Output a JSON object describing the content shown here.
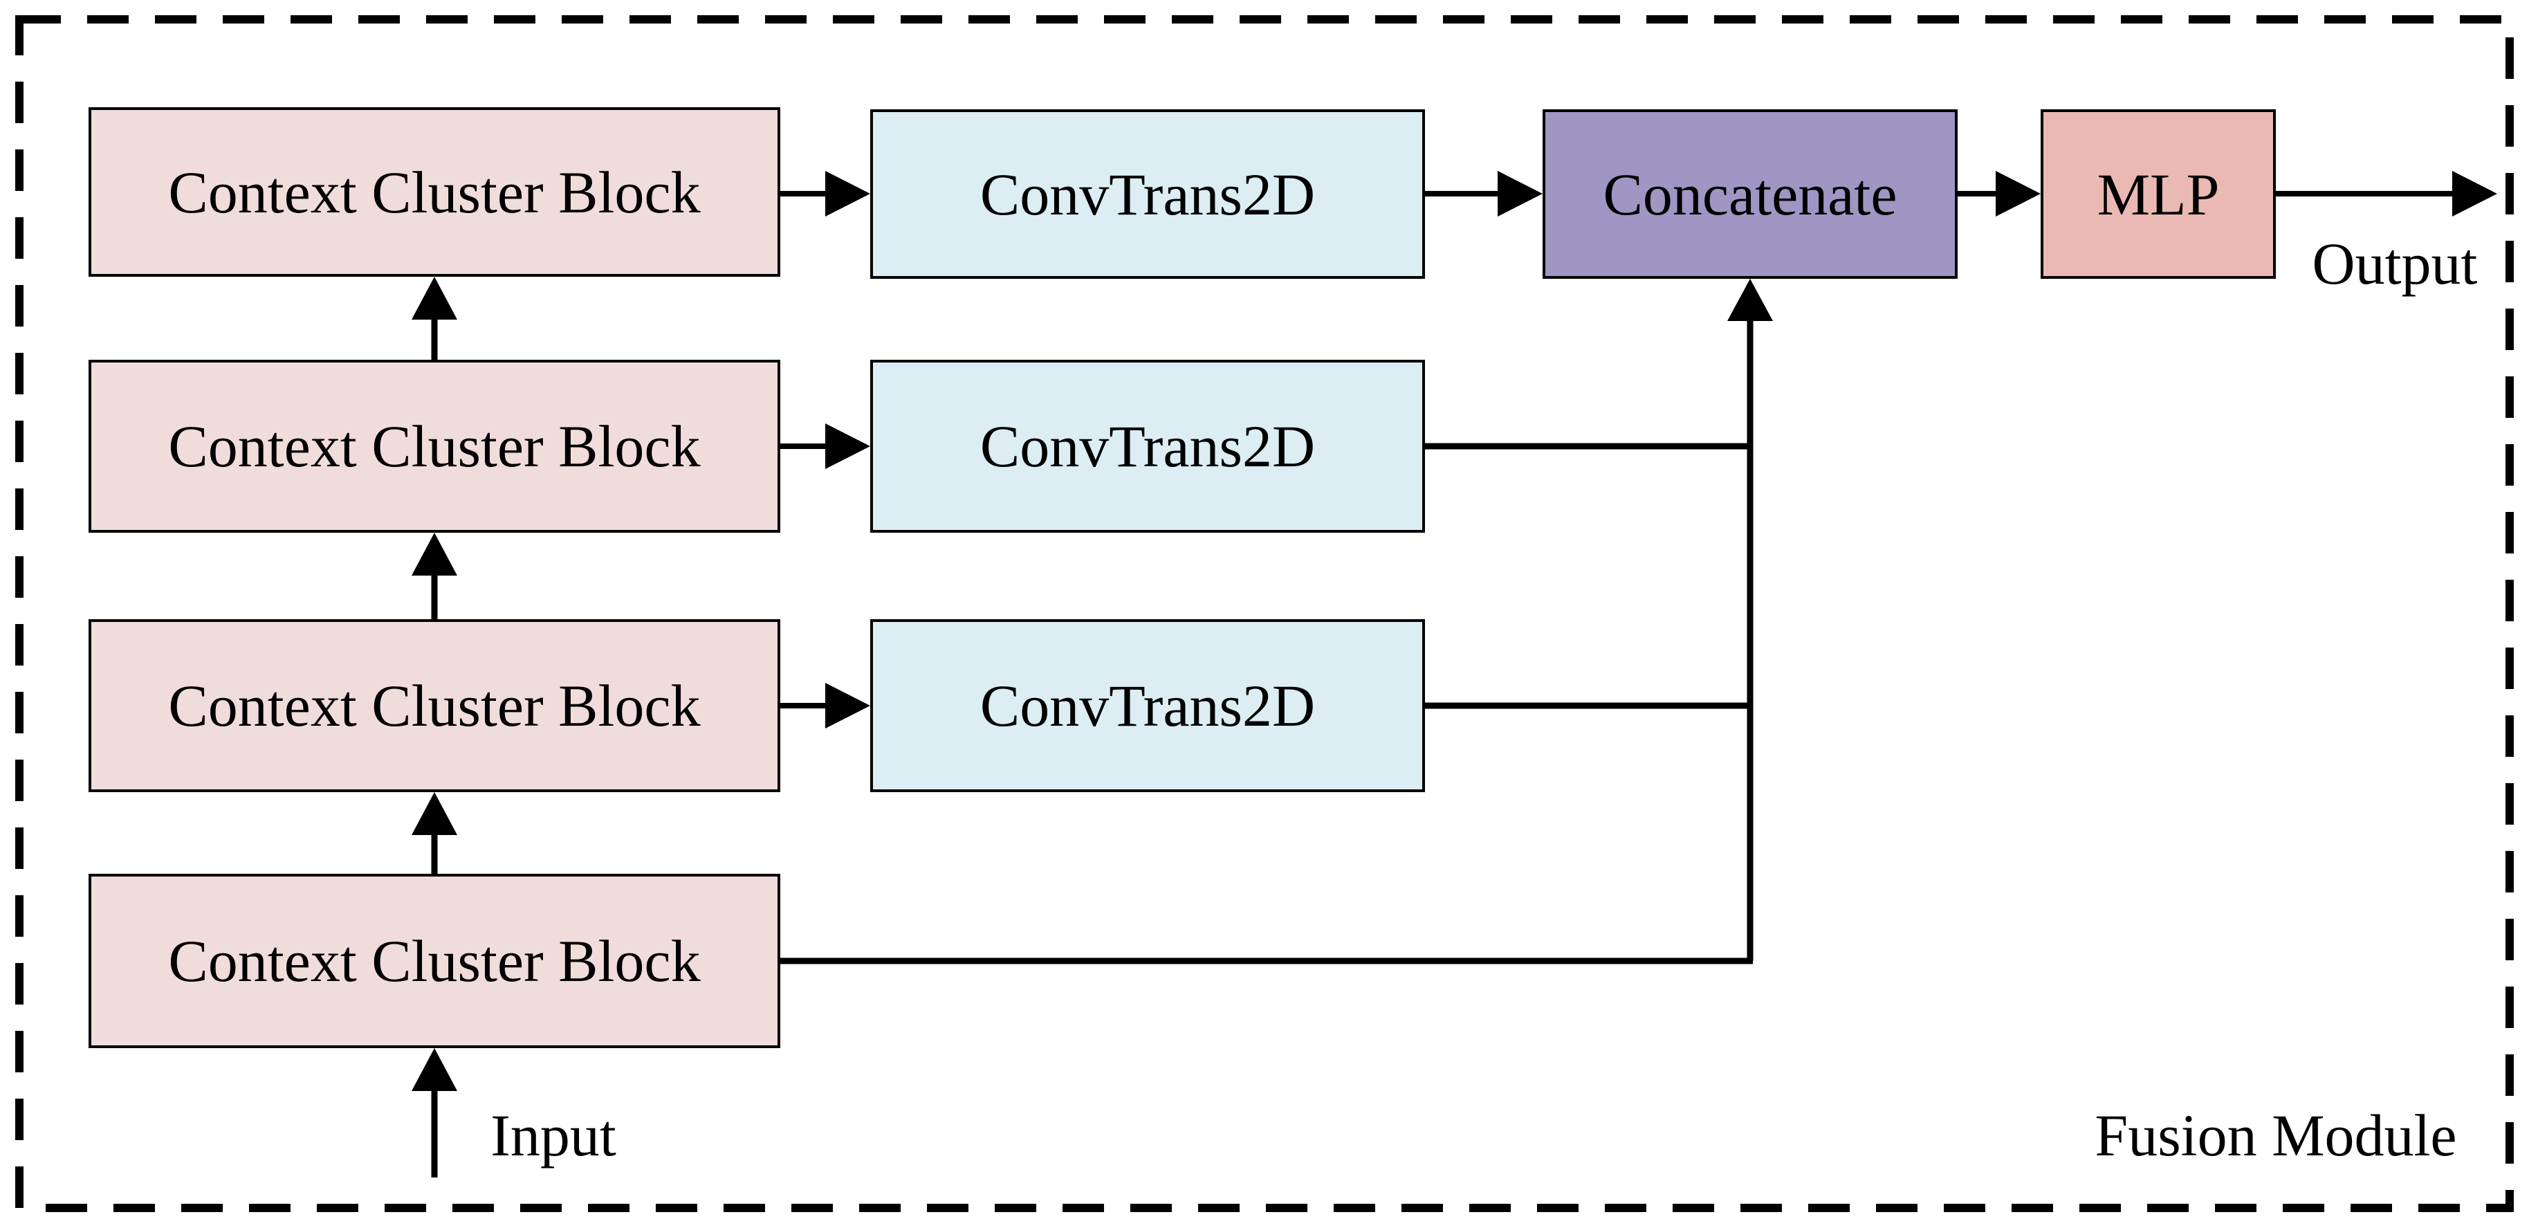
{
  "diagram": {
    "title": "Fusion Module",
    "nodes": {
      "ccb1": {
        "label": "Context Cluster Block"
      },
      "ccb2": {
        "label": "Context Cluster Block"
      },
      "ccb3": {
        "label": "Context Cluster Block"
      },
      "ccb4": {
        "label": "Context Cluster Block"
      },
      "ct1": {
        "label": "ConvTrans2D"
      },
      "ct2": {
        "label": "ConvTrans2D"
      },
      "ct3": {
        "label": "ConvTrans2D"
      },
      "concat": {
        "label": "Concatenate"
      },
      "mlp": {
        "label": "MLP"
      }
    },
    "io_labels": {
      "input": "Input",
      "output": "Output"
    },
    "colors": {
      "context_cluster_block_fill": "#F0DCDB",
      "convtrans2d_fill": "#DCEDF3",
      "concatenate_fill": "#A096C4",
      "mlp_fill": "#EAB9B3",
      "line": "#000000",
      "background": "#FFFFFF"
    }
  }
}
